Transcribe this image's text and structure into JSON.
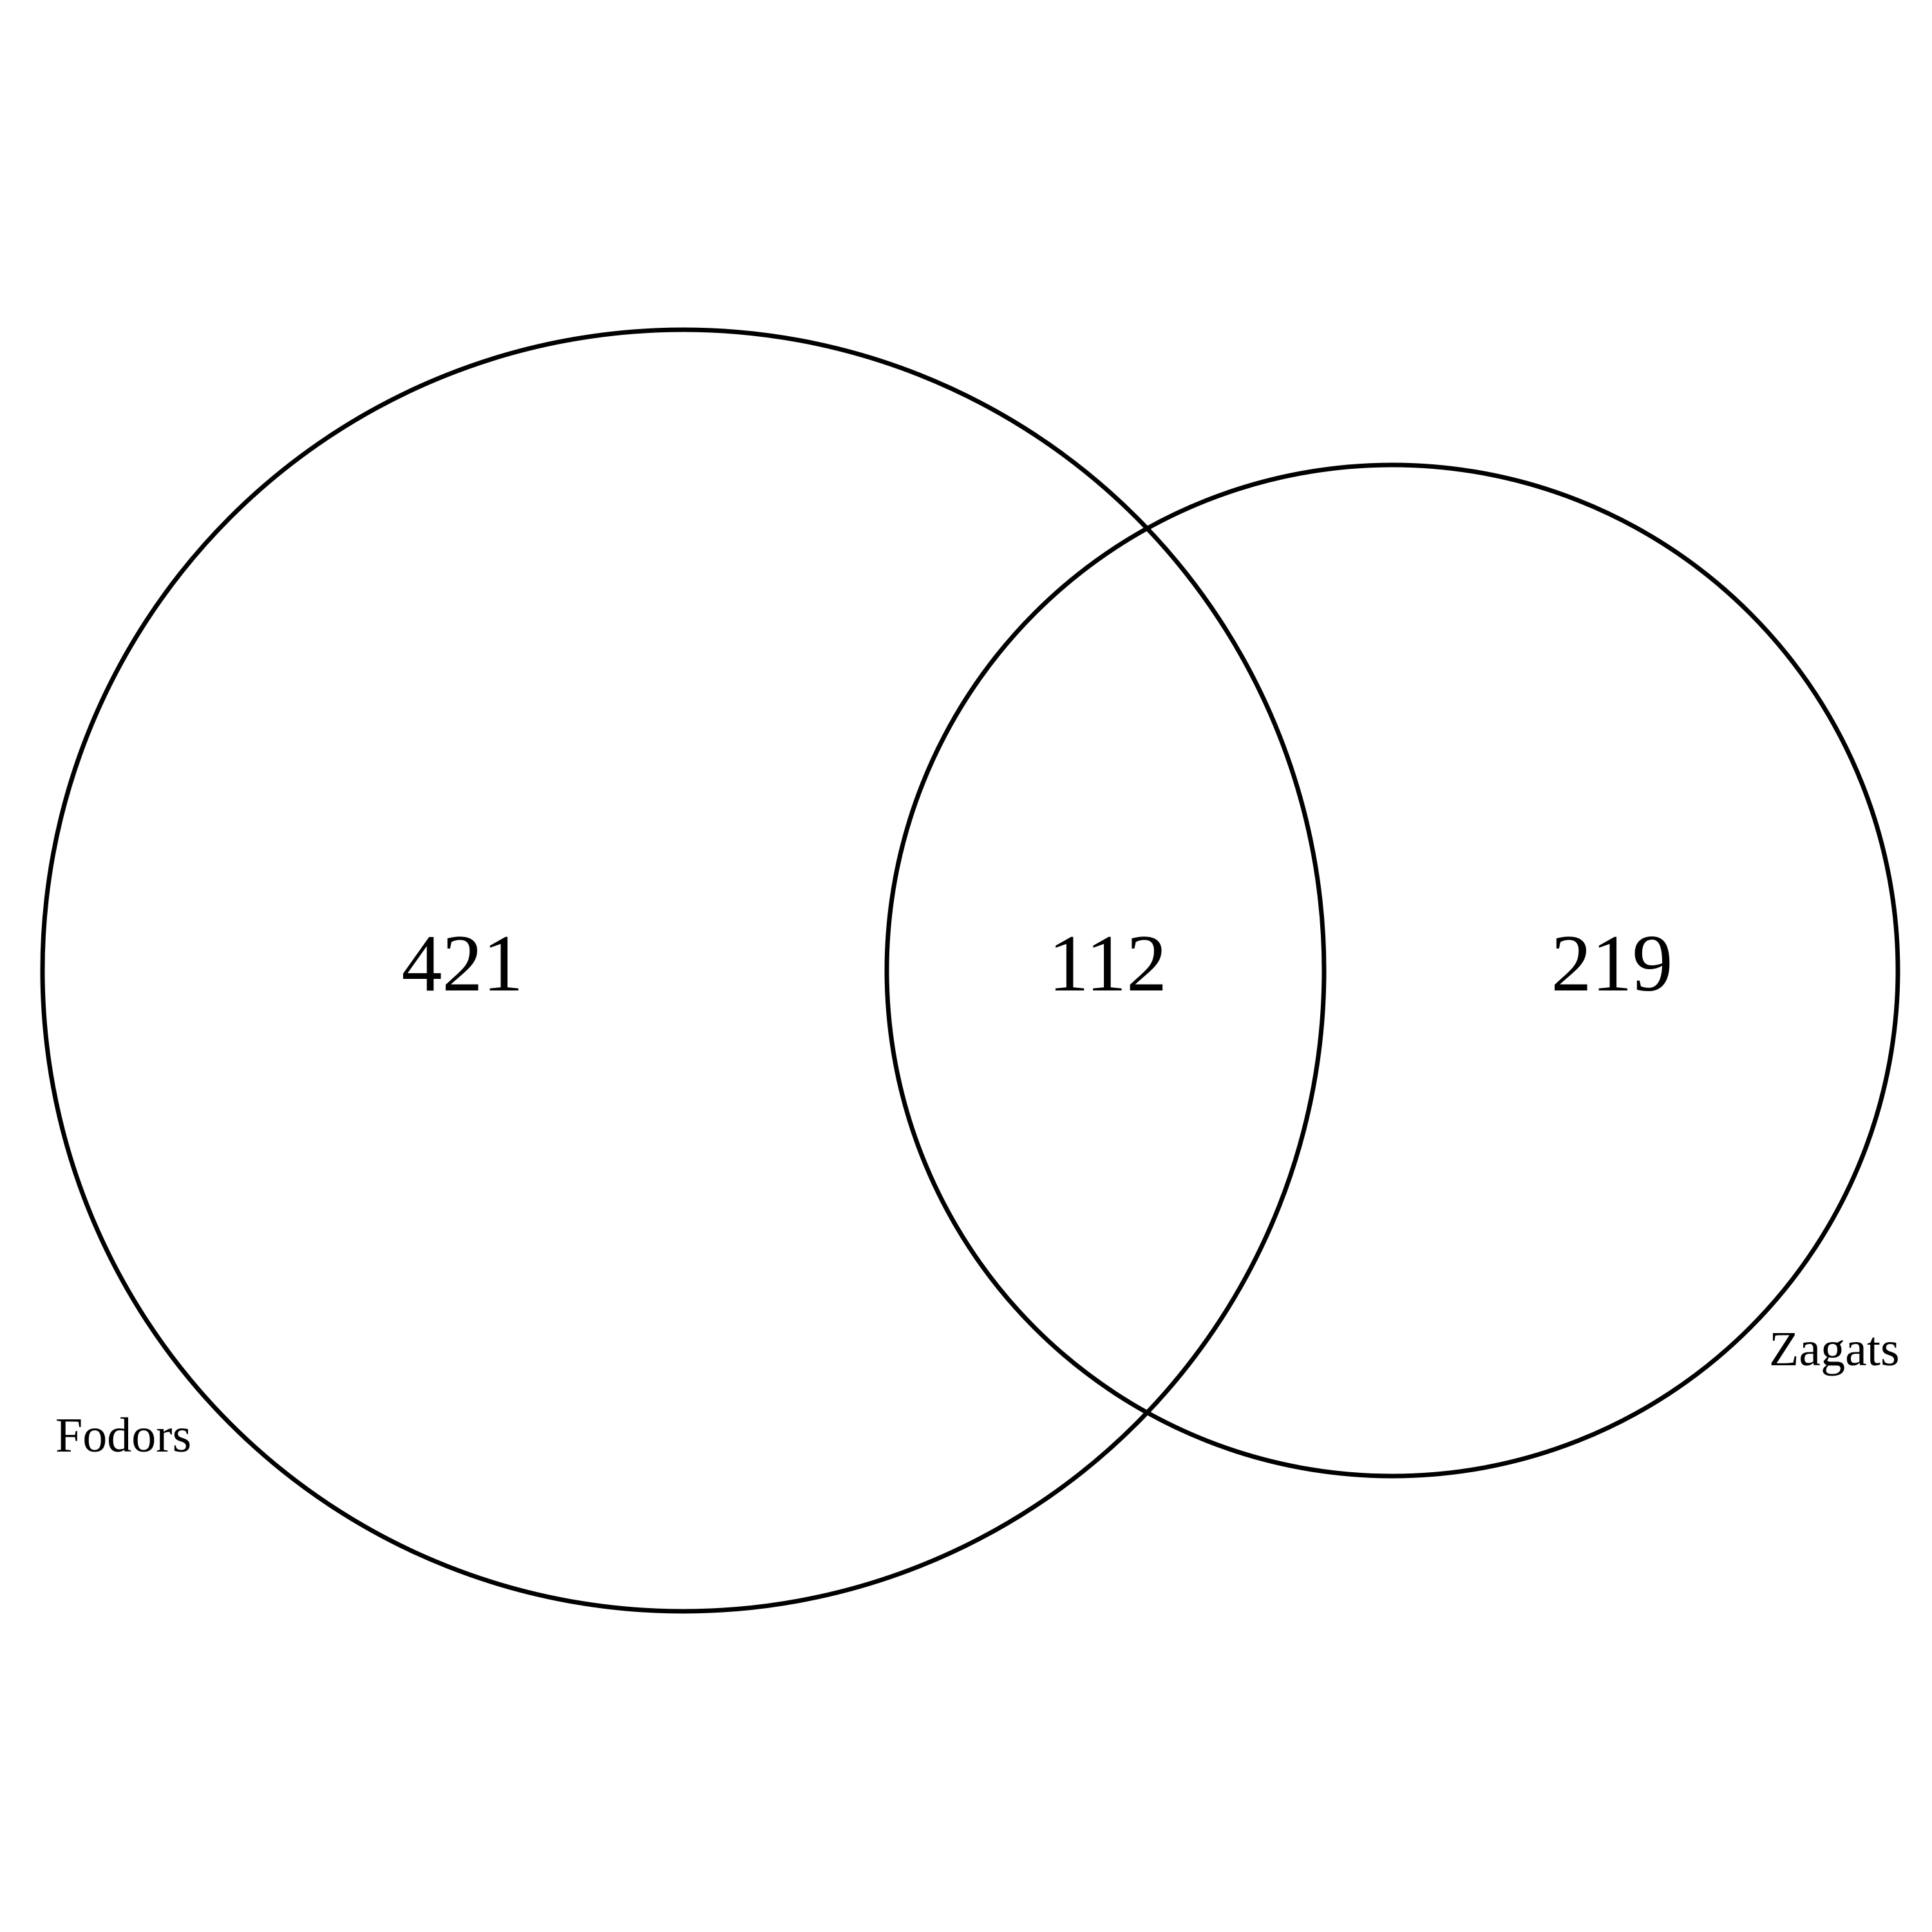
{
  "sets": [
    {
      "label": "Fodors",
      "only_count": "421"
    },
    {
      "label": "Zagats",
      "only_count": "219"
    }
  ],
  "intersection_count": "112",
  "colors": {
    "stroke": "#000000",
    "text": "#000000",
    "background": "#ffffff"
  }
}
